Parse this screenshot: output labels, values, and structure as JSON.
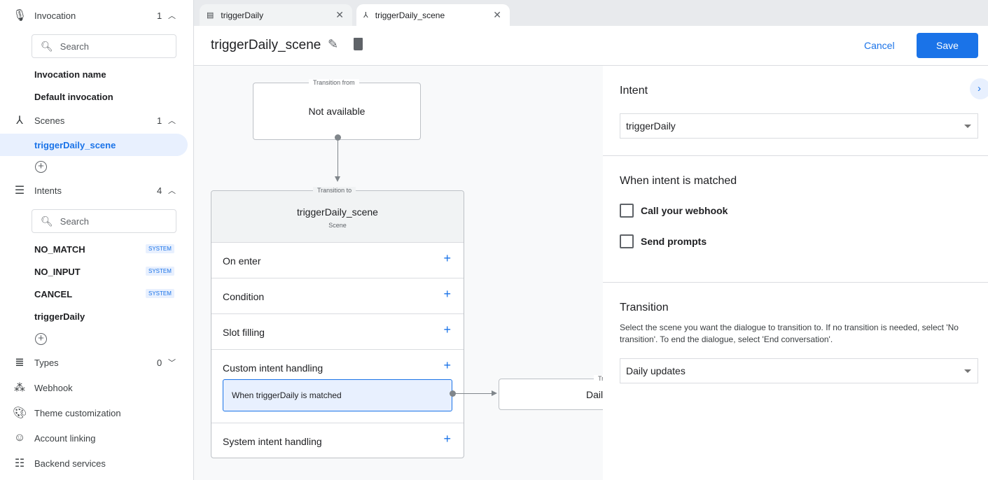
{
  "sidebar": {
    "invocation": {
      "label": "Invocation",
      "count": "1",
      "search_placeholder": "Search",
      "items": [
        "Invocation name",
        "Default invocation"
      ]
    },
    "scenes": {
      "label": "Scenes",
      "count": "1",
      "items": [
        "triggerDaily_scene"
      ]
    },
    "intents": {
      "label": "Intents",
      "count": "4",
      "search_placeholder": "Search",
      "items": [
        {
          "name": "NO_MATCH",
          "badge": "SYSTEM"
        },
        {
          "name": "NO_INPUT",
          "badge": "SYSTEM"
        },
        {
          "name": "CANCEL",
          "badge": "SYSTEM"
        },
        {
          "name": "triggerDaily"
        }
      ]
    },
    "types": {
      "label": "Types",
      "count": "0"
    },
    "links": [
      "Webhook",
      "Theme customization",
      "Account linking",
      "Backend services"
    ]
  },
  "tabs": [
    {
      "label": "triggerDaily",
      "icon": "intent-icon"
    },
    {
      "label": "triggerDaily_scene",
      "icon": "scene-icon",
      "active": true
    }
  ],
  "header": {
    "title": "triggerDaily_scene",
    "cancel": "Cancel",
    "save": "Save"
  },
  "flow": {
    "from": {
      "caption": "Transition from",
      "value": "Not available"
    },
    "scene": {
      "caption": "Transition to",
      "name": "triggerDaily_scene",
      "type": "Scene"
    },
    "rows": [
      "On enter",
      "Condition",
      "Slot filling",
      "Custom intent handling",
      "System intent handling"
    ],
    "handler": "When triggerDaily is matched",
    "dest": {
      "caption": "Tr",
      "value": "Dail"
    }
  },
  "panel": {
    "intent_title": "Intent",
    "intent_value": "triggerDaily",
    "matched_title": "When intent is matched",
    "checkboxes": [
      {
        "label": "Call your webhook",
        "checked": false
      },
      {
        "label": "Send prompts",
        "checked": false
      }
    ],
    "transition_title": "Transition",
    "transition_desc": "Select the scene you want the dialogue to transition to. If no transition is needed, select 'No transition'. To end the dialogue, select 'End conversation'.",
    "transition_value": "Daily updates"
  },
  "colors": {
    "accent": "#1a73e8",
    "selected_bg": "#e8f0fe"
  }
}
